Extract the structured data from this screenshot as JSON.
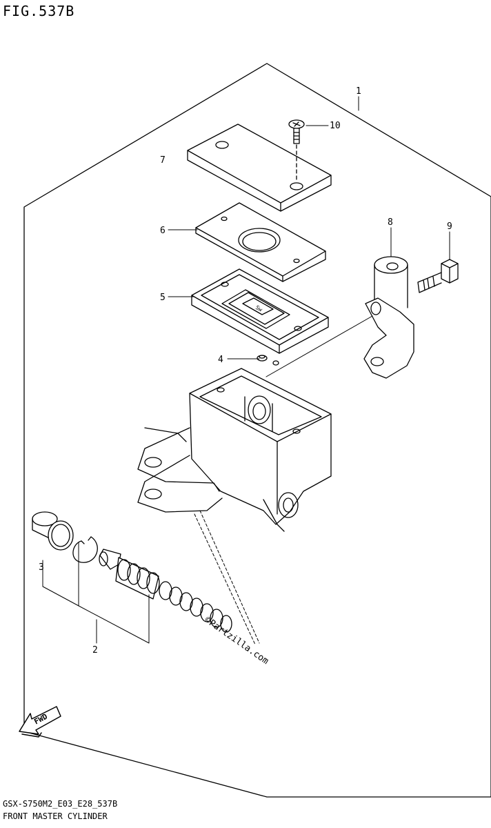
{
  "figure_title": "FIG.537B",
  "footer": {
    "code": "GSX-S750M2_E03_E28_537B",
    "name": "FRONT MASTER CYLINDER"
  },
  "watermark": "©Partzilla.com",
  "fwd_label": "FWD",
  "callouts": [
    {
      "id": "1",
      "label": "1"
    },
    {
      "id": "2",
      "label": "2"
    },
    {
      "id": "3",
      "label": "3"
    },
    {
      "id": "4",
      "label": "4"
    },
    {
      "id": "5",
      "label": "5"
    },
    {
      "id": "6",
      "label": "6"
    },
    {
      "id": "7",
      "label": "7"
    },
    {
      "id": "8",
      "label": "8"
    },
    {
      "id": "9",
      "label": "9"
    },
    {
      "id": "10",
      "label": "10"
    }
  ],
  "colors": {
    "line": "#000000",
    "background": "#ffffff"
  }
}
